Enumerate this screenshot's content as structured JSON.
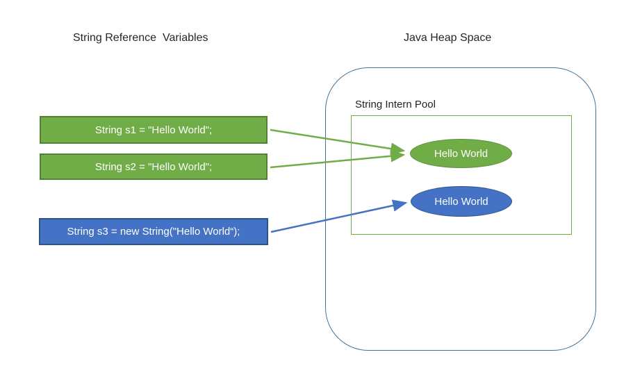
{
  "titles": {
    "left": "String Reference  Variables",
    "right": "Java Heap Space"
  },
  "heap": {
    "intern_pool_label": "String Intern Pool"
  },
  "reference_boxes": [
    {
      "id": "s1",
      "label": "String s1 = \"Hello World\";",
      "color": "#70AD47",
      "border_color": "#548235",
      "points_to": "interned Hello World (green ellipse)"
    },
    {
      "id": "s2",
      "label": "String s2 = \"Hello World\";",
      "color": "#70AD47",
      "border_color": "#548235",
      "points_to": "interned Hello World (green ellipse)"
    },
    {
      "id": "s3",
      "label": "String s3 = new String(\"Hello World“);",
      "color": "#4472C4",
      "border_color": "#2F528F",
      "points_to": "heap Hello World (blue ellipse)"
    }
  ],
  "pool_objects": [
    {
      "id": "interned-string",
      "label": "Hello World",
      "color": "#70AD47"
    },
    {
      "id": "new-string-object",
      "label": "Hello World",
      "color": "#4472C4"
    }
  ],
  "colors": {
    "green_fill": "#70AD47",
    "green_border": "#548235",
    "blue_fill": "#4472C4",
    "blue_border": "#2F528F",
    "heap_outline": "#41719C",
    "pool_outline": "#70AD47",
    "shape_text": "#FFFFFF",
    "title_text": "#262626",
    "green_arrow": "#70AD47",
    "blue_arrow": "#4472C4"
  }
}
